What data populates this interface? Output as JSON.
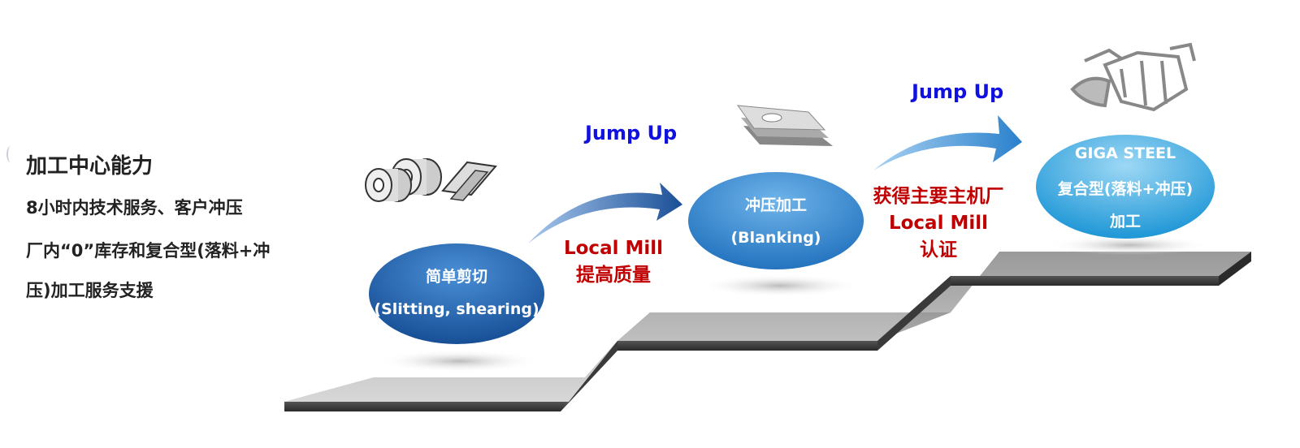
{
  "left_panel": {
    "title": "加工中心能力",
    "lines": [
      "8小时内技术服务、客户冲压",
      "厂内“0”库存和复合型(落料+冲",
      "压)加工服务支援"
    ]
  },
  "stages": [
    {
      "line1": "简单剪切",
      "line2": "(Slitting, shearing)",
      "icon": "steel-coil-icon"
    },
    {
      "line1": "冲压加工",
      "line2": "(Blanking)",
      "icon": "steel-sheet-stack-icon"
    },
    {
      "line1": "GIGA STEEL",
      "line2": "复合型(落料+冲压)",
      "line3": "加工",
      "icon": "car-body-frame-icon"
    }
  ],
  "transitions": [
    {
      "jump": "Jump Up",
      "lines": [
        "Local Mill",
        "提高质量"
      ]
    },
    {
      "jump": "Jump Up",
      "lines": [
        "获得主要主机厂",
        "Local Mill",
        "认证"
      ]
    }
  ],
  "colors": {
    "jump": "#1010e0",
    "red": "#c00000",
    "dark_blue": "#1f5fa8",
    "light_blue": "#3aa8de"
  }
}
